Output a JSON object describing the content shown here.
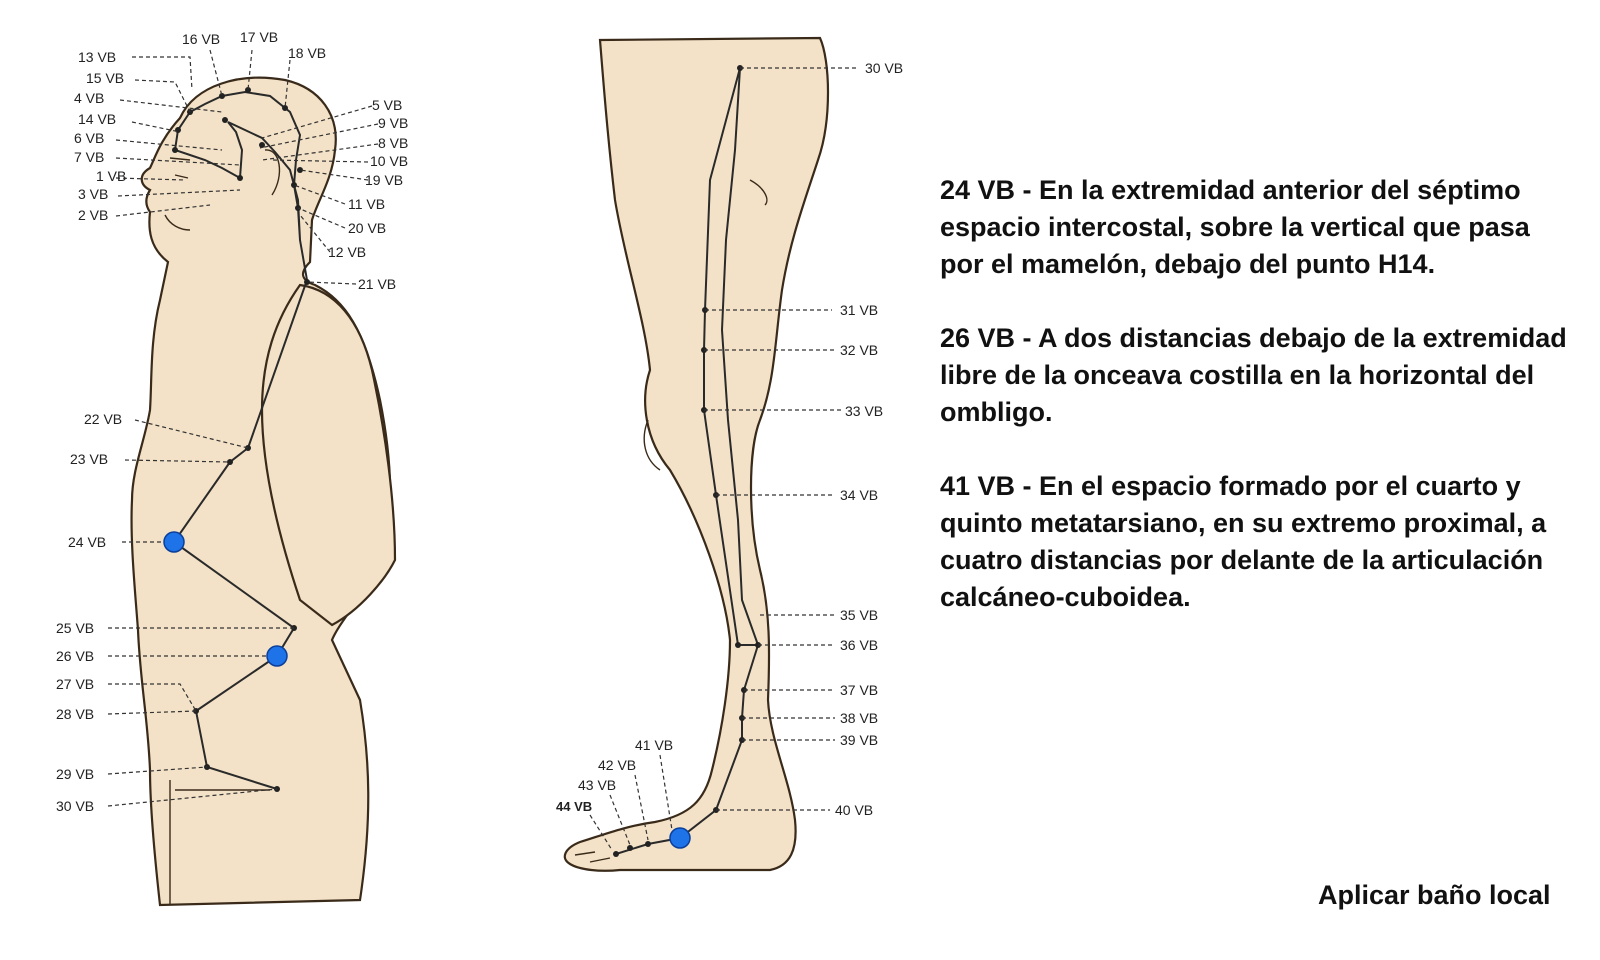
{
  "figure": {
    "torso_labels": [
      "13 VB",
      "15 VB",
      "4 VB",
      "14 VB",
      "6 VB",
      "7 VB",
      "1 VB",
      "3 VB",
      "2 VB",
      "16 VB",
      "17 VB",
      "18 VB",
      "5 VB",
      "9 VB",
      "8 VB",
      "10 VB",
      "19 VB",
      "11 VB",
      "20 VB",
      "12 VB",
      "21 VB",
      "22 VB",
      "23 VB",
      "24 VB",
      "25 VB",
      "26 VB",
      "27 VB",
      "28 VB",
      "29 VB",
      "30 VB"
    ],
    "leg_labels": [
      "30 VB",
      "31 VB",
      "32 VB",
      "33 VB",
      "34 VB",
      "35 VB",
      "36 VB",
      "37 VB",
      "38 VB",
      "39 VB",
      "40 VB",
      "41 VB",
      "42 VB",
      "43 VB",
      "44 VB"
    ],
    "highlight_color": "#1e73e8",
    "skin_color": "#f3e2c7"
  },
  "descriptions": [
    {
      "code": "24 VB",
      "text": " - En la extremidad anterior del séptimo espacio intercostal, sobre la vertical que pasa por el mamelón, debajo del punto H14."
    },
    {
      "code": "26 VB",
      "text": " - A dos distancias debajo de la extremidad libre de la onceava costilla en la horizontal del ombligo."
    },
    {
      "code": "41 VB",
      "text": " - En el espacio formado por el cuarto y quinto metatarsiano, en su extremo proximal, a cuatro distancias por delante de la articulación calcáneo-cuboidea."
    }
  ],
  "note": "Aplicar baño local"
}
